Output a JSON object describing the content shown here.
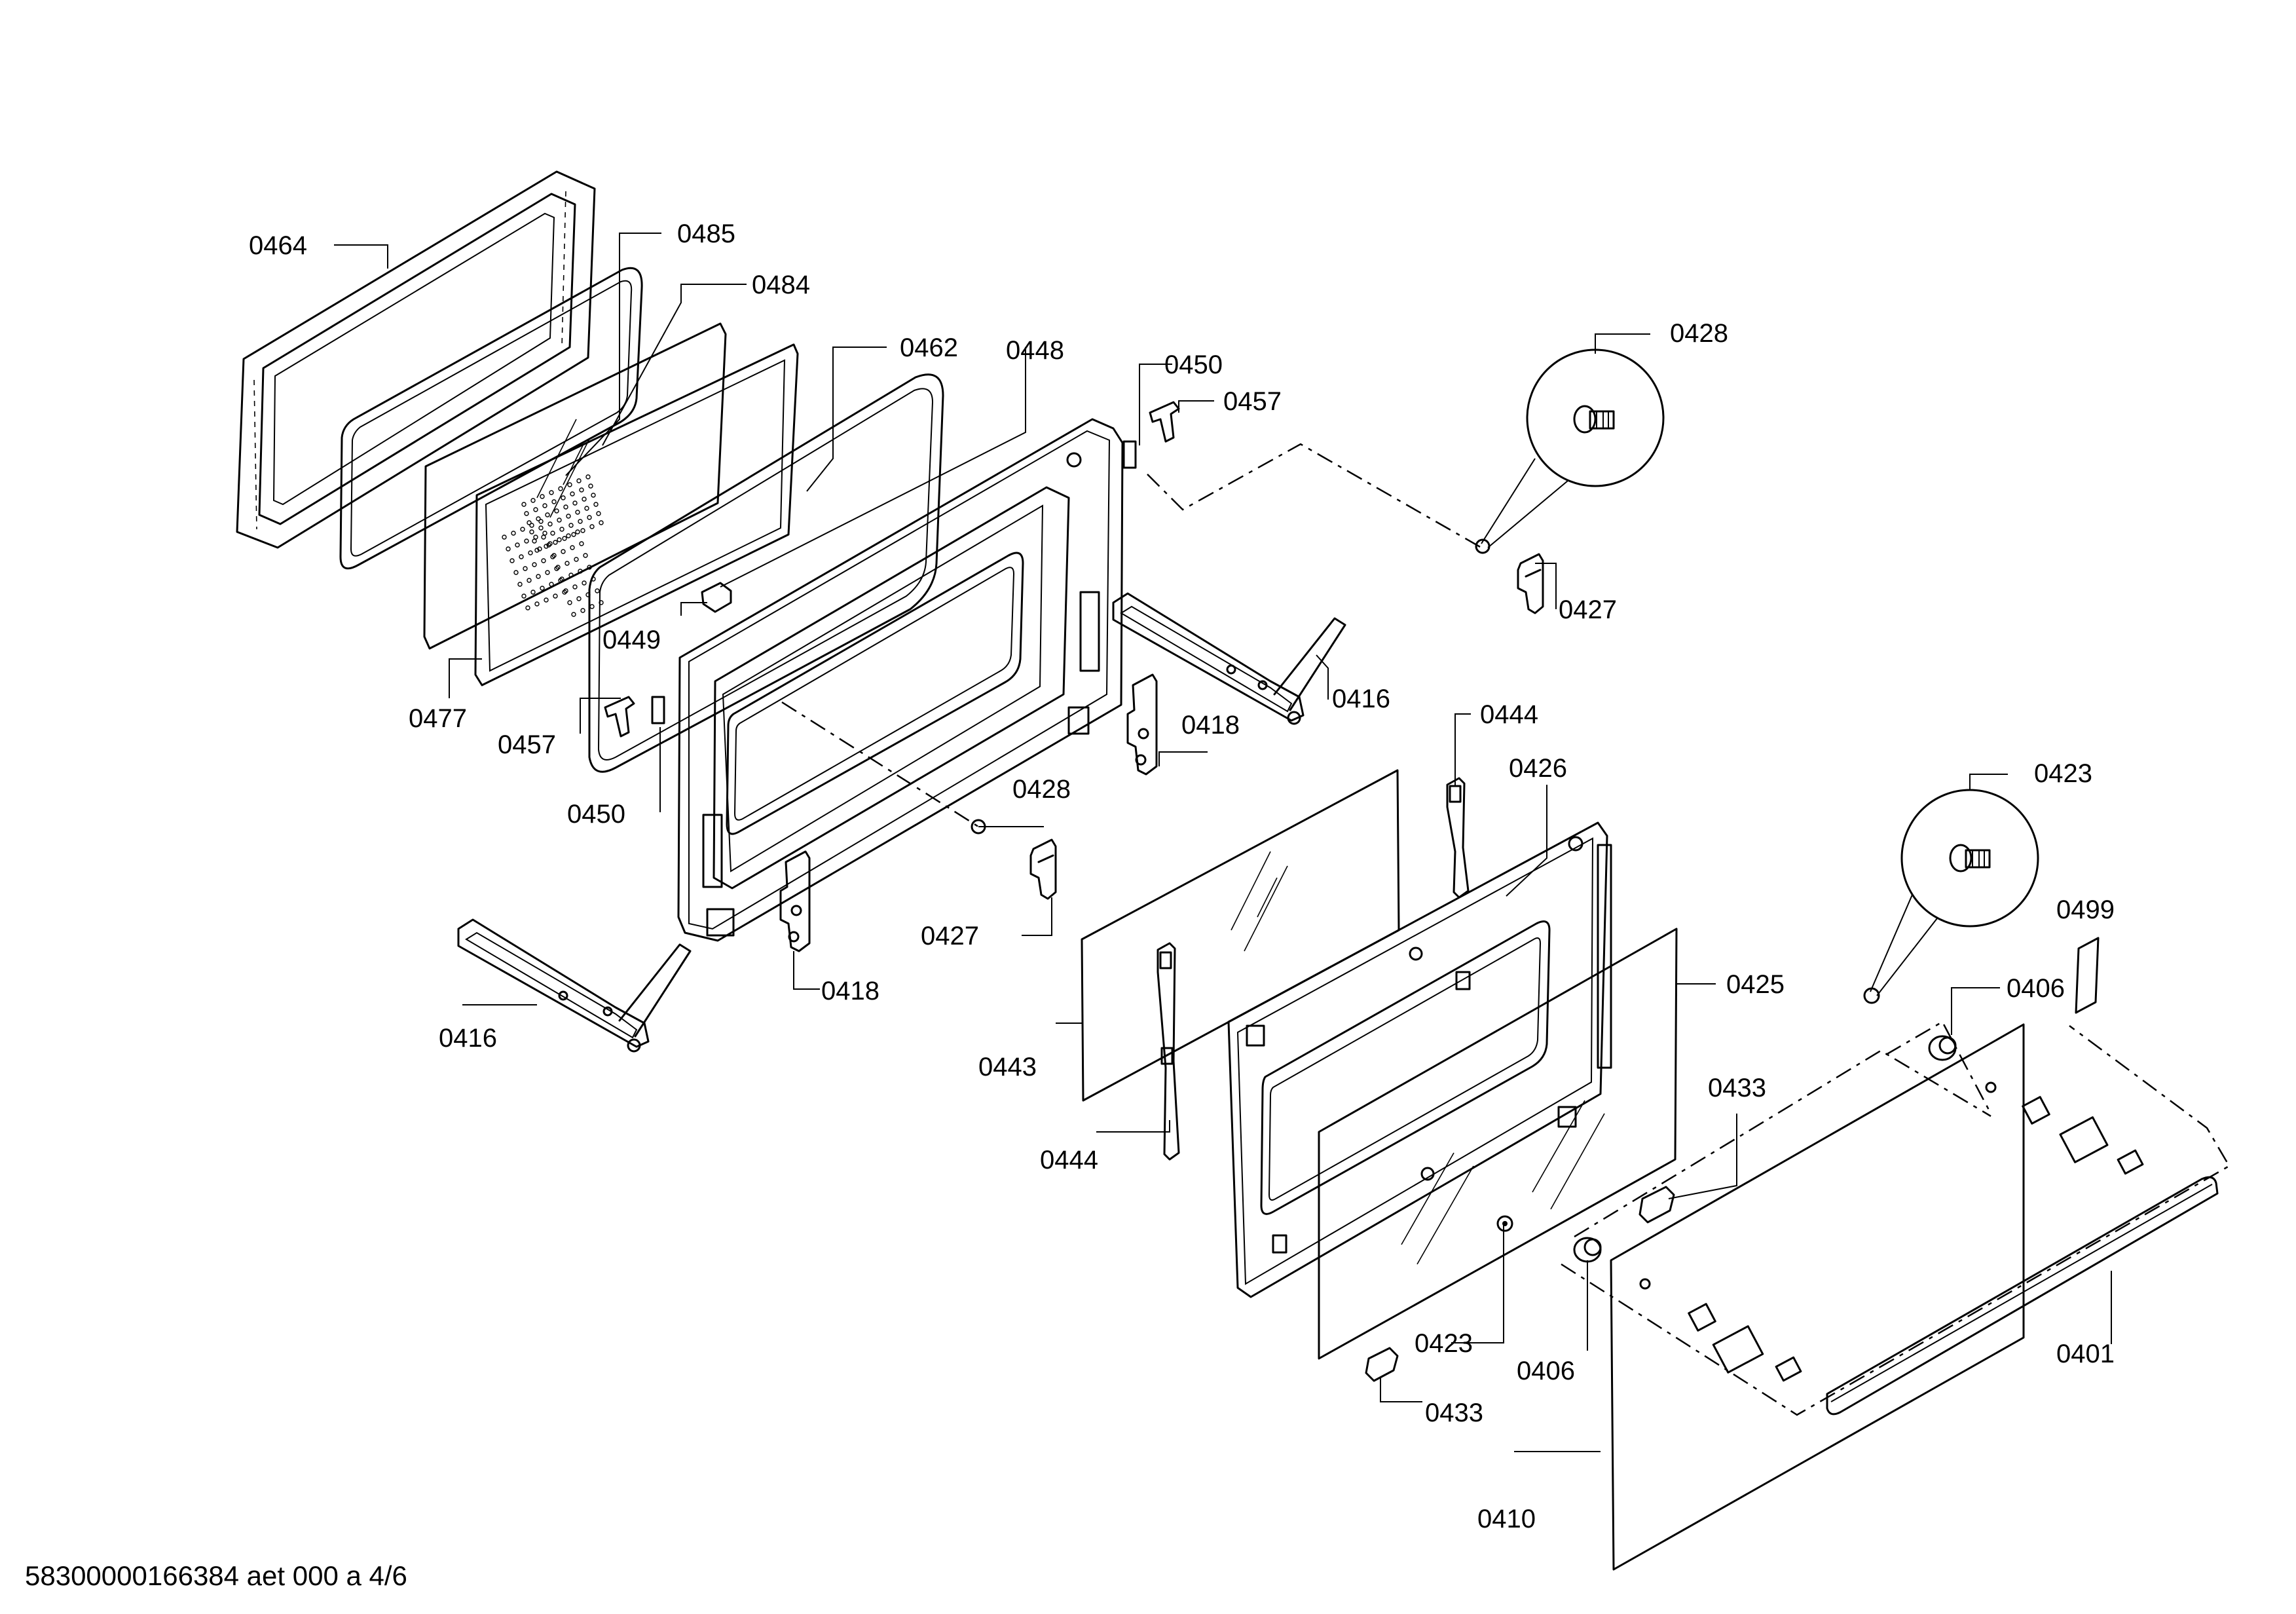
{
  "diagram": {
    "labels": [
      {
        "key": "l0464a",
        "text": "0464"
      },
      {
        "key": "l0485",
        "text": "0485"
      },
      {
        "key": "l0484",
        "text": "0484"
      },
      {
        "key": "l0462",
        "text": "0462"
      },
      {
        "key": "l0448",
        "text": "0448"
      },
      {
        "key": "l0450a",
        "text": "0450"
      },
      {
        "key": "l0457a",
        "text": "0457"
      },
      {
        "key": "l0428a",
        "text": "0428"
      },
      {
        "key": "l0427a",
        "text": "0427"
      },
      {
        "key": "l0449",
        "text": "0449"
      },
      {
        "key": "l0477",
        "text": "0477"
      },
      {
        "key": "l0457b",
        "text": "0457"
      },
      {
        "key": "l0450b",
        "text": "0450"
      },
      {
        "key": "l0416a",
        "text": "0416"
      },
      {
        "key": "l0418a",
        "text": "0418"
      },
      {
        "key": "l0428b",
        "text": "0428"
      },
      {
        "key": "l0427b",
        "text": "0427"
      },
      {
        "key": "l0418b",
        "text": "0418"
      },
      {
        "key": "l0416b",
        "text": "0416"
      },
      {
        "key": "l0444a",
        "text": "0444"
      },
      {
        "key": "l0426",
        "text": "0426"
      },
      {
        "key": "l0423a",
        "text": "0423"
      },
      {
        "key": "l0499",
        "text": "0499"
      },
      {
        "key": "l0406a",
        "text": "0406"
      },
      {
        "key": "l0425",
        "text": "0425"
      },
      {
        "key": "l0443",
        "text": "0443"
      },
      {
        "key": "l0433a",
        "text": "0433"
      },
      {
        "key": "l0444b",
        "text": "0444"
      },
      {
        "key": "l0423b",
        "text": "0423"
      },
      {
        "key": "l0406b",
        "text": "0406"
      },
      {
        "key": "l0401",
        "text": "0401"
      },
      {
        "key": "l0433b",
        "text": "0433"
      },
      {
        "key": "l0410",
        "text": "0410"
      }
    ],
    "footer": "58300000166384 aet 000 a 4/6"
  }
}
